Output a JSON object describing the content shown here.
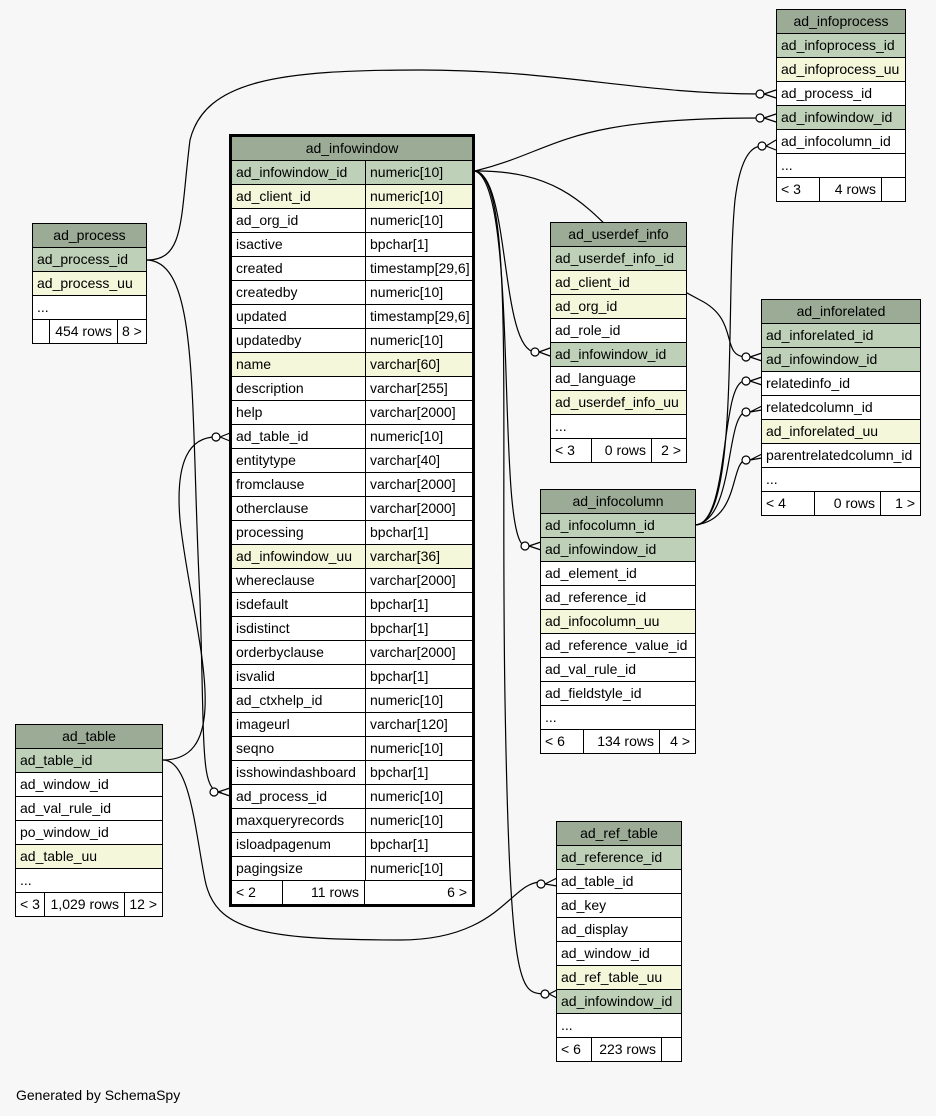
{
  "footer": "Generated by SchemaSpy",
  "tables": {
    "ad_infowindow": {
      "name": "ad_infowindow",
      "columns": [
        [
          "ad_infowindow_id",
          "numeric[10]"
        ],
        [
          "ad_client_id",
          "numeric[10]"
        ],
        [
          "ad_org_id",
          "numeric[10]"
        ],
        [
          "isactive",
          "bpchar[1]"
        ],
        [
          "created",
          "timestamp[29,6]"
        ],
        [
          "createdby",
          "numeric[10]"
        ],
        [
          "updated",
          "timestamp[29,6]"
        ],
        [
          "updatedby",
          "numeric[10]"
        ],
        [
          "name",
          "varchar[60]"
        ],
        [
          "description",
          "varchar[255]"
        ],
        [
          "help",
          "varchar[2000]"
        ],
        [
          "ad_table_id",
          "numeric[10]"
        ],
        [
          "entitytype",
          "varchar[40]"
        ],
        [
          "fromclause",
          "varchar[2000]"
        ],
        [
          "otherclause",
          "varchar[2000]"
        ],
        [
          "processing",
          "bpchar[1]"
        ],
        [
          "ad_infowindow_uu",
          "varchar[36]"
        ],
        [
          "whereclause",
          "varchar[2000]"
        ],
        [
          "isdefault",
          "bpchar[1]"
        ],
        [
          "isdistinct",
          "bpchar[1]"
        ],
        [
          "orderbyclause",
          "varchar[2000]"
        ],
        [
          "isvalid",
          "bpchar[1]"
        ],
        [
          "ad_ctxhelp_id",
          "numeric[10]"
        ],
        [
          "imageurl",
          "varchar[120]"
        ],
        [
          "seqno",
          "numeric[10]"
        ],
        [
          "isshowindashboard",
          "bpchar[1]"
        ],
        [
          "ad_process_id",
          "numeric[10]"
        ],
        [
          "maxqueryrecords",
          "numeric[10]"
        ],
        [
          "isloadpagenum",
          "bpchar[1]"
        ],
        [
          "pagingsize",
          "numeric[10]"
        ]
      ],
      "footer": [
        "< 2",
        "11 rows",
        "6 >"
      ]
    },
    "ad_process": {
      "name": "ad_process",
      "columns": [
        "ad_process_id",
        "ad_process_uu",
        "..."
      ],
      "footer": [
        "",
        "454 rows",
        "8 >"
      ]
    },
    "ad_table": {
      "name": "ad_table",
      "columns": [
        "ad_table_id",
        "ad_window_id",
        "ad_val_rule_id",
        "po_window_id",
        "ad_table_uu",
        "..."
      ],
      "footer": [
        "< 3",
        "1,029 rows",
        "12 >"
      ]
    },
    "ad_infoprocess": {
      "name": "ad_infoprocess",
      "columns": [
        "ad_infoprocess_id",
        "ad_infoprocess_uu",
        "ad_process_id",
        "ad_infowindow_id",
        "ad_infocolumn_id",
        "..."
      ],
      "footer": [
        "< 3",
        "4 rows",
        ""
      ]
    },
    "ad_userdef_info": {
      "name": "ad_userdef_info",
      "columns": [
        "ad_userdef_info_id",
        "ad_client_id",
        "ad_org_id",
        "ad_role_id",
        "ad_infowindow_id",
        "ad_language",
        "ad_userdef_info_uu",
        "..."
      ],
      "footer": [
        "< 3",
        "0 rows",
        "2 >"
      ]
    },
    "ad_inforelated": {
      "name": "ad_inforelated",
      "columns": [
        "ad_inforelated_id",
        "ad_infowindow_id",
        "relatedinfo_id",
        "relatedcolumn_id",
        "ad_inforelated_uu",
        "parentrelatedcolumn_id",
        "..."
      ],
      "footer": [
        "< 4",
        "0 rows",
        "1 >"
      ]
    },
    "ad_infocolumn": {
      "name": "ad_infocolumn",
      "columns": [
        "ad_infocolumn_id",
        "ad_infowindow_id",
        "ad_element_id",
        "ad_reference_id",
        "ad_infocolumn_uu",
        "ad_reference_value_id",
        "ad_val_rule_id",
        "ad_fieldstyle_id",
        "..."
      ],
      "footer": [
        "< 6",
        "134 rows",
        "4 >"
      ]
    },
    "ad_ref_table": {
      "name": "ad_ref_table",
      "columns": [
        "ad_reference_id",
        "ad_table_id",
        "ad_key",
        "ad_display",
        "ad_window_id",
        "ad_ref_table_uu",
        "ad_infowindow_id",
        "..."
      ],
      "footer": [
        "< 6",
        "223 rows",
        ""
      ]
    }
  },
  "colors": {
    "header": "#9bab96",
    "primary_key": "#bed1b8",
    "alternate_key": "#f4f7da",
    "row": "#ffffff"
  }
}
